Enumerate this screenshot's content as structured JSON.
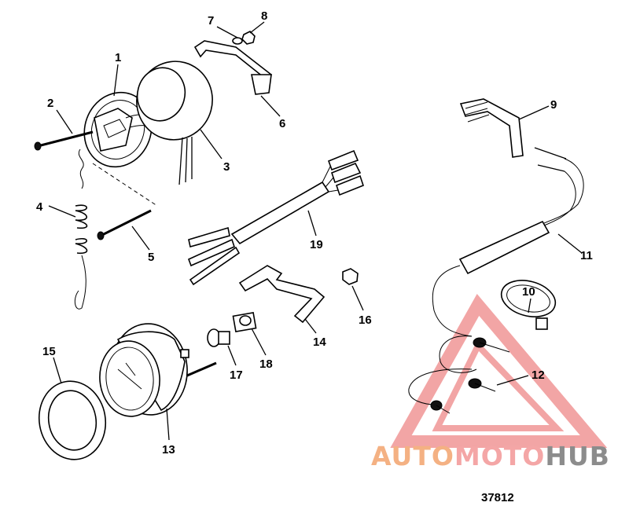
{
  "diagram": {
    "figure_number": "37812",
    "callouts": [
      {
        "id": "c1",
        "label": "1"
      },
      {
        "id": "c2",
        "label": "2"
      },
      {
        "id": "c3",
        "label": "3"
      },
      {
        "id": "c4",
        "label": "4"
      },
      {
        "id": "c5",
        "label": "5"
      },
      {
        "id": "c6",
        "label": "6"
      },
      {
        "id": "c7",
        "label": "7"
      },
      {
        "id": "c8",
        "label": "8"
      },
      {
        "id": "c9",
        "label": "9"
      },
      {
        "id": "c10",
        "label": "10"
      },
      {
        "id": "c11",
        "label": "11"
      },
      {
        "id": "c12",
        "label": "12"
      },
      {
        "id": "c13",
        "label": "13"
      },
      {
        "id": "c14",
        "label": "14"
      },
      {
        "id": "c15",
        "label": "15"
      },
      {
        "id": "c16",
        "label": "16"
      },
      {
        "id": "c17",
        "label": "17"
      },
      {
        "id": "c18",
        "label": "18"
      },
      {
        "id": "c19",
        "label": "19"
      }
    ]
  },
  "watermark": {
    "part1": "AUTO",
    "part2": "MOTO",
    "part3": "HUB",
    "color_auto": "#f4b183",
    "color_moto": "#f4a6a6",
    "color_hub": "#8c8c8c",
    "triangle_color": "#f08080"
  }
}
